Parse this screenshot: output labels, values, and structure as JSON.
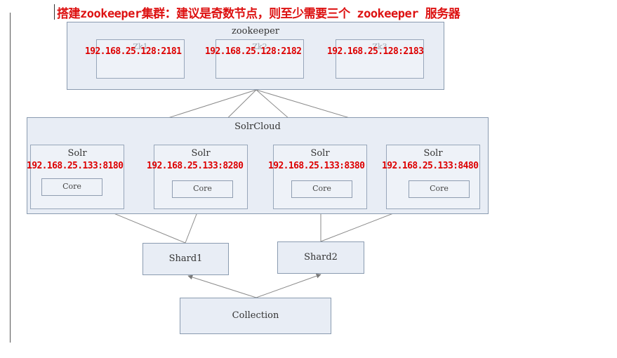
{
  "heading": "搭建zookeeper集群：建议是奇数节点，则至少需要三个 zookeeper 服务器",
  "zookeeper": {
    "label": "zookeeper",
    "nodes": [
      {
        "label": "Zk1",
        "ip": "192.168.25.128:2181"
      },
      {
        "label": "Zk2",
        "ip": "192.168.25.128:2182"
      },
      {
        "label": "Zk3",
        "ip": "192.168.25.128:2183"
      }
    ]
  },
  "solrcloud": {
    "label": "SolrCloud",
    "solr_nodes": [
      {
        "label": "Solr",
        "ip": "192.168.25.133:8180",
        "core": "Core"
      },
      {
        "label": "Solr",
        "ip": "192.168.25.133:8280",
        "core": "Core"
      },
      {
        "label": "Solr",
        "ip": "192.168.25.133:8380",
        "core": "Core"
      },
      {
        "label": "Solr",
        "ip": "192.168.25.133:8480",
        "core": "Core"
      }
    ]
  },
  "shards": [
    {
      "label": "Shard1"
    },
    {
      "label": "Shard2"
    }
  ],
  "collection": {
    "label": "Collection"
  },
  "colors": {
    "annotation_red": "#dd0000",
    "box_fill": "#e8edf5",
    "box_border": "#8a9bb0",
    "connector": "#8a8a8a"
  }
}
